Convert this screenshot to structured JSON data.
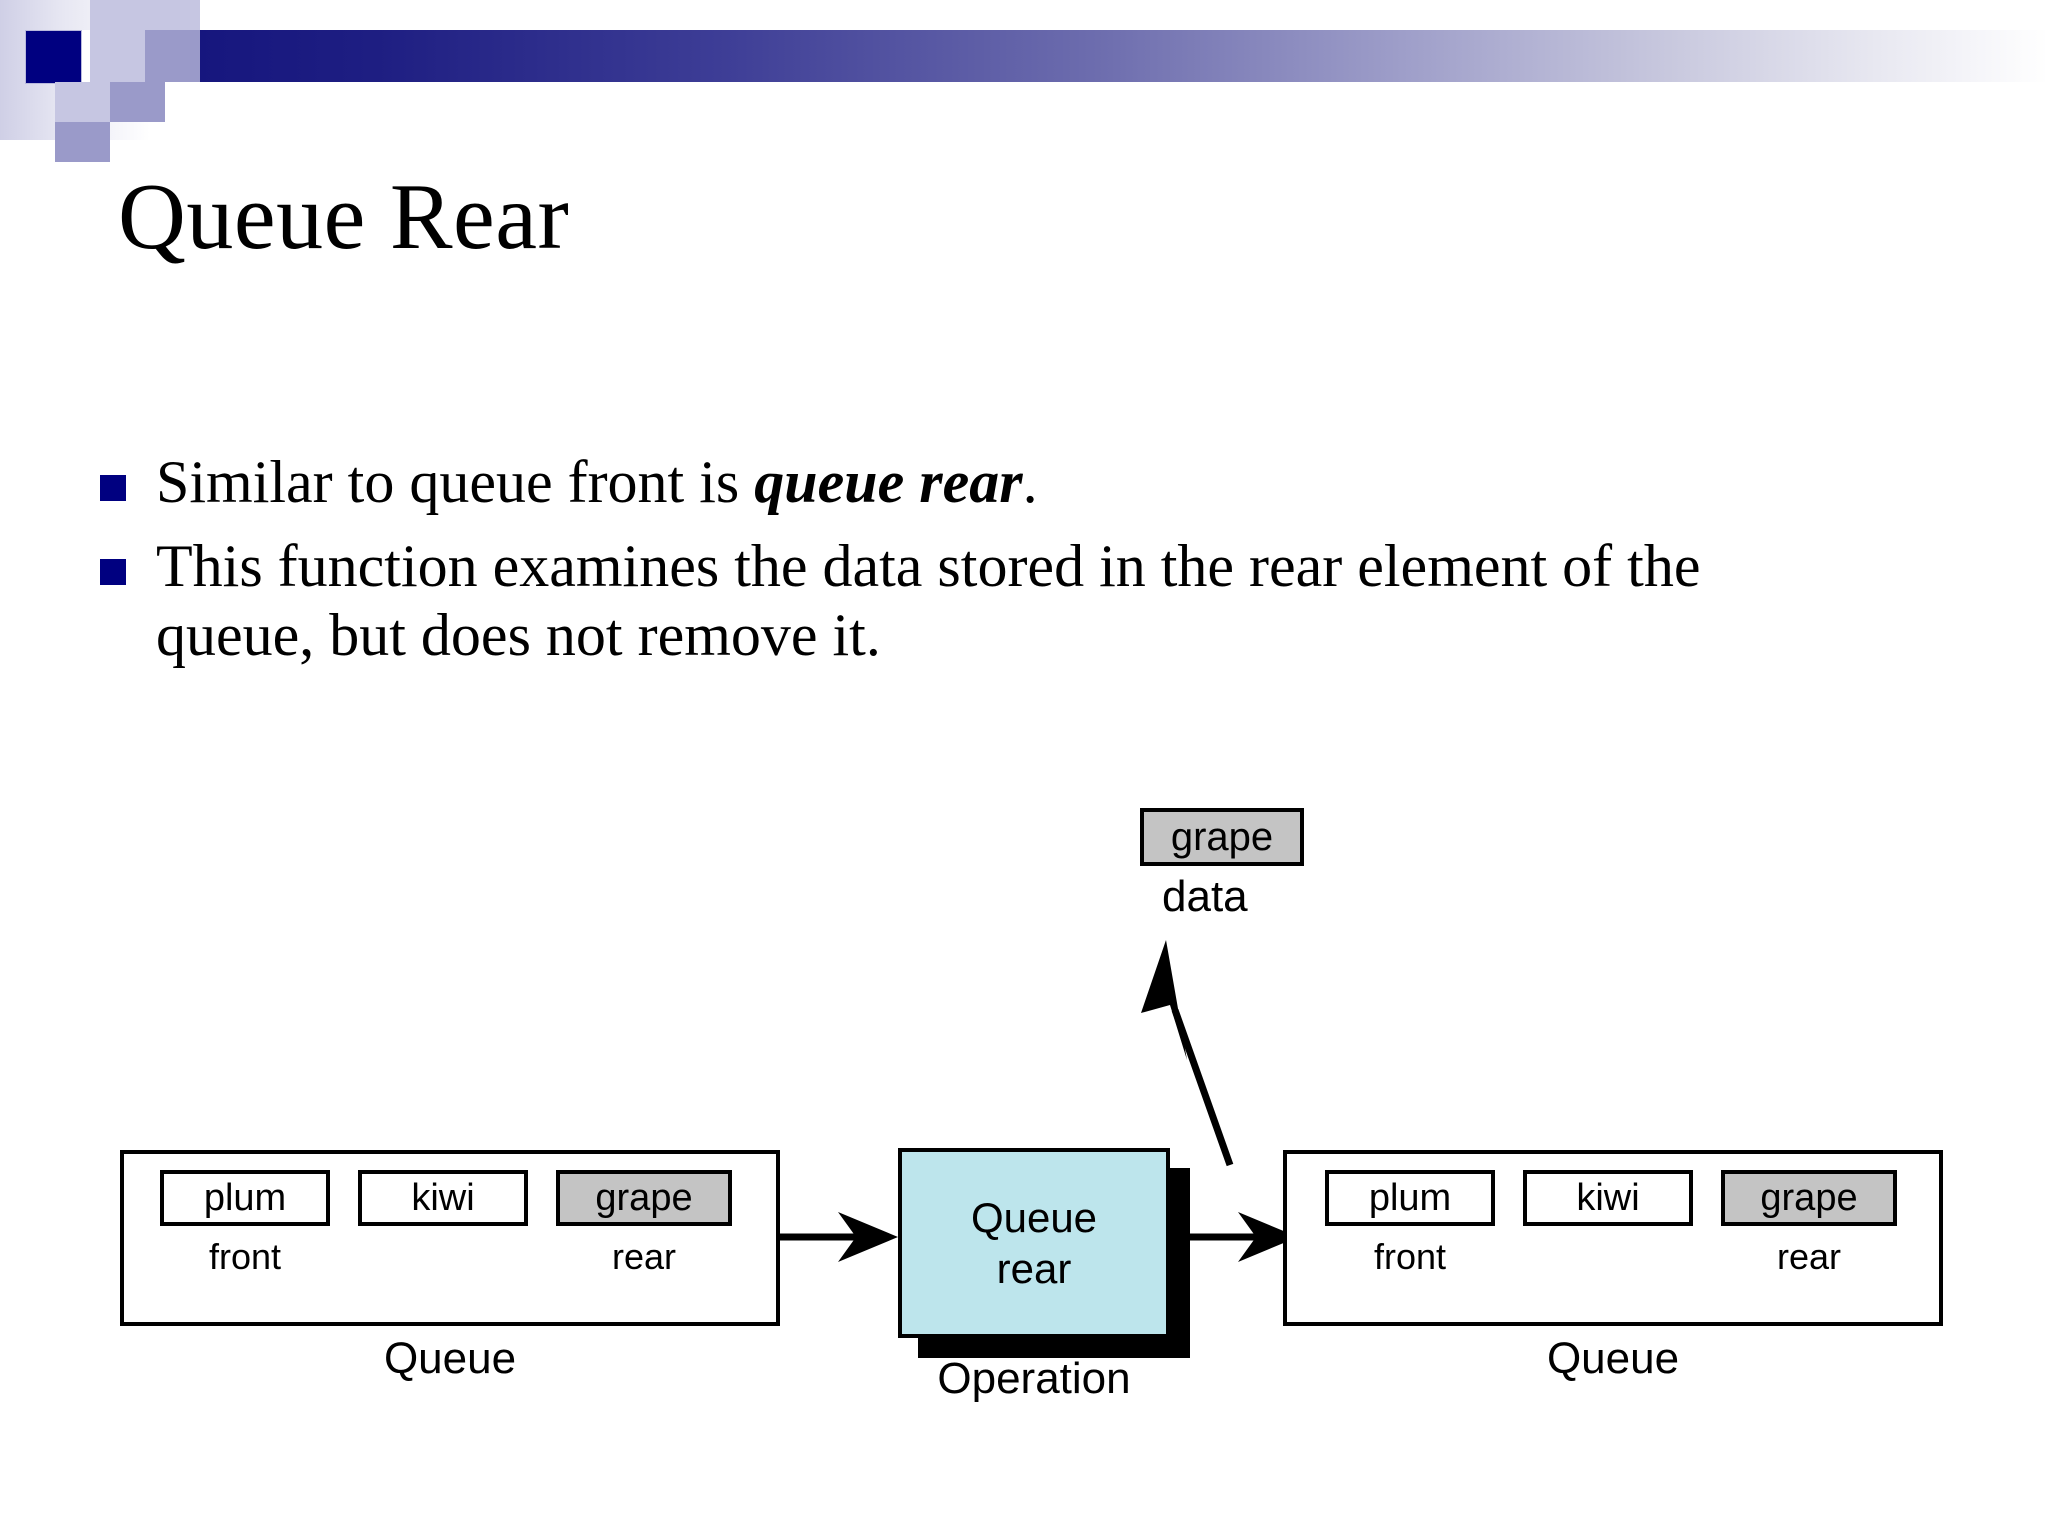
{
  "slide": {
    "title": "Queue Rear",
    "bullets": [
      {
        "prefix": "Similar to queue front is ",
        "emphasis": "queue rear",
        "suffix": "."
      },
      {
        "prefix": "This function examines the data stored in the rear element of the queue, but does not remove it.",
        "emphasis": "",
        "suffix": ""
      }
    ]
  },
  "diagram": {
    "input_queue": {
      "cells": [
        "plum",
        "kiwi",
        "grape"
      ],
      "front_label": "front",
      "rear_label": "rear",
      "caption": "Queue"
    },
    "operation": {
      "line1": "Queue",
      "line2": "rear",
      "caption": "Operation"
    },
    "output_queue": {
      "cells": [
        "plum",
        "kiwi",
        "grape"
      ],
      "front_label": "front",
      "rear_label": "rear",
      "caption": "Queue"
    },
    "data_out": {
      "value": "grape",
      "label": "data"
    }
  },
  "colors": {
    "accent_navy": "#000080",
    "operation_fill": "#bde5ec",
    "highlight_cell": "#c4c4c4",
    "outline": "#000000"
  }
}
